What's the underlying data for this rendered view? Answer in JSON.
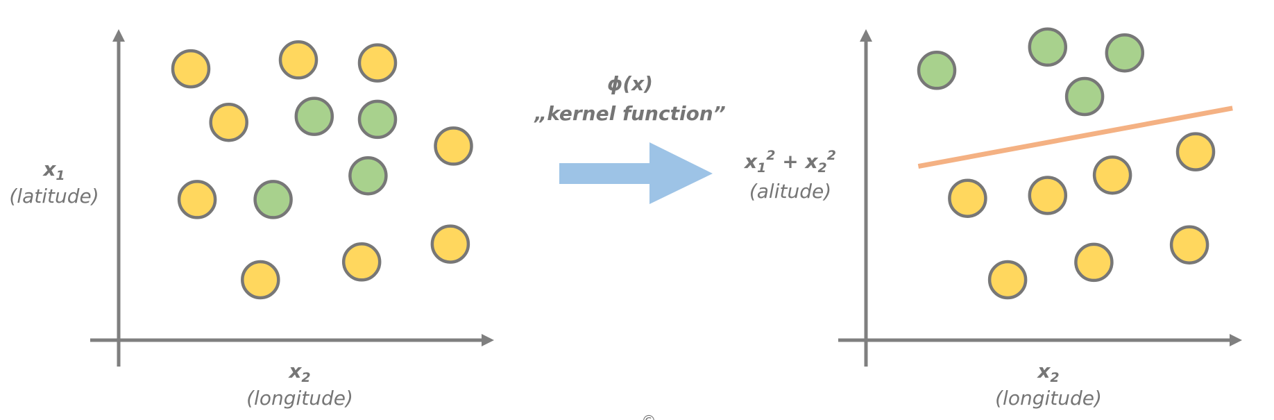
{
  "left_plot": {
    "y_label": {
      "var": "x",
      "sub": "1",
      "desc": "(latitude)"
    },
    "x_label": {
      "var": "x",
      "sub": "2",
      "desc": "(longitude)"
    },
    "points": [
      {
        "x": 1.0,
        "y": 9.0,
        "cls": "yellow"
      },
      {
        "x": 4.4,
        "y": 9.3,
        "cls": "yellow"
      },
      {
        "x": 6.9,
        "y": 9.2,
        "cls": "yellow"
      },
      {
        "x": 2.2,
        "y": 7.2,
        "cls": "yellow"
      },
      {
        "x": 4.9,
        "y": 7.4,
        "cls": "green"
      },
      {
        "x": 6.9,
        "y": 7.3,
        "cls": "green"
      },
      {
        "x": 9.3,
        "y": 6.4,
        "cls": "yellow"
      },
      {
        "x": 1.2,
        "y": 4.6,
        "cls": "yellow"
      },
      {
        "x": 3.6,
        "y": 4.6,
        "cls": "green"
      },
      {
        "x": 6.6,
        "y": 5.4,
        "cls": "green"
      },
      {
        "x": 9.2,
        "y": 3.1,
        "cls": "yellow"
      },
      {
        "x": 6.4,
        "y": 2.5,
        "cls": "yellow"
      },
      {
        "x": 3.2,
        "y": 1.9,
        "cls": "yellow"
      }
    ]
  },
  "transform": {
    "title": "ϕ(x)",
    "subtitle": "„kernel function”"
  },
  "right_plot": {
    "y_label": {
      "line1": [
        "x",
        "1",
        "2",
        " + x",
        "2",
        "2"
      ],
      "desc": "(alitude)"
    },
    "x_label": {
      "var": "x",
      "sub": "2",
      "desc": "(longitude)"
    },
    "points": [
      {
        "x": 1.2,
        "y": 9.2,
        "cls": "green"
      },
      {
        "x": 4.8,
        "y": 10.0,
        "cls": "green"
      },
      {
        "x": 7.3,
        "y": 9.8,
        "cls": "green"
      },
      {
        "x": 6.0,
        "y": 8.3,
        "cls": "green"
      },
      {
        "x": 9.6,
        "y": 6.4,
        "cls": "yellow"
      },
      {
        "x": 6.9,
        "y": 5.6,
        "cls": "yellow"
      },
      {
        "x": 2.2,
        "y": 4.8,
        "cls": "yellow"
      },
      {
        "x": 4.8,
        "y": 4.9,
        "cls": "yellow"
      },
      {
        "x": 9.4,
        "y": 3.2,
        "cls": "yellow"
      },
      {
        "x": 6.3,
        "y": 2.6,
        "cls": "yellow"
      },
      {
        "x": 3.5,
        "y": 2.0,
        "cls": "yellow"
      }
    ],
    "separator": {
      "x1": 0.6,
      "y1": 5.9,
      "x2": 10.8,
      "y2": 7.9
    }
  },
  "colors": {
    "yellow_fill": "#FFD75E",
    "green_fill": "#A8D18D",
    "point_stroke": "#777777",
    "axis": "#7F7F7F",
    "arrow": "#9DC3E6",
    "separator": "#F4B183",
    "text": "#757575"
  },
  "footer_mark": "©"
}
